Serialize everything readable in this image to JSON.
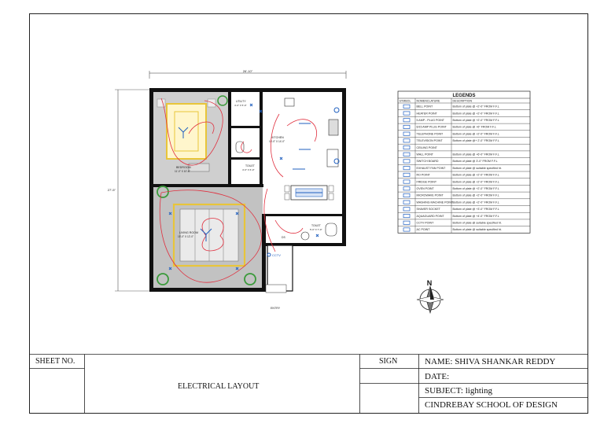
{
  "drawing": {
    "overall_width_dim": "26'-10\"",
    "overall_height_dim": "27'-5\"",
    "room_labels": {
      "bedroom": "BEDROOM",
      "bedroom_size": "11'-0\" X 10'-6\"",
      "utility": "UTILITY",
      "utility_size": "4'-0\" X 5'-0\"",
      "kitchen": "KITCHEN",
      "kitchen_size": "10'-0\" X 14'-0\"",
      "toilet_1": "TOILET",
      "toilet_1_size": "4'-6\" X 6'-0\"",
      "living": "LIVING ROOM",
      "living_size": "15'-0\" X 12'-0\"",
      "toilet_2": "TOILET",
      "toilet_2_size": "5'-0\" X 7'-0\"",
      "cctv": "CCTV",
      "ds": "DS",
      "entry": "ENTRY"
    },
    "north_label": "N"
  },
  "legends": {
    "title": "LEGENDS",
    "headers": [
      "SYMBOL",
      "NOMENCLATURE",
      "DESCRIPTION"
    ],
    "rows": [
      {
        "name": "BELL POINT",
        "desc": "Bottom of plate @ +2'-0\" FROM F.F.L"
      },
      {
        "name": "HEATER POINT",
        "desc": "Bottom of plate @ +2'-0\" FROM F.F.L"
      },
      {
        "name": "5 AMP - PLUG POINT",
        "desc": "Bottom of plate @ +2'-0\" FROM F.F.L"
      },
      {
        "name": "6/15 AMP PLUG POINT",
        "desc": "Bottom of plate @ +6\" FROM F.F.L"
      },
      {
        "name": "TELEPHONE POINT",
        "desc": "Bottom of plate @ +2'-0\" FROM F.F.L"
      },
      {
        "name": "TELEVISION POINT",
        "desc": "Bottom of plate @+ 2'-0\" FROM F.F.L"
      },
      {
        "name": "CEILING POINT",
        "desc": ""
      },
      {
        "name": "WALL POINT",
        "desc": "Bottom of plate @ +6'-0\" FROM F.F.L"
      },
      {
        "name": "SWITCH BOARD",
        "desc": "Bottom of plate @ 3'-0\" FROM F.F.L"
      },
      {
        "name": "EXHAUST FAN POINT",
        "desc": "Bottom of plate @ suitable specified ht."
      },
      {
        "name": "RO POINT",
        "desc": "Bottom of plate @ +2'-0\" FROM F.F.L"
      },
      {
        "name": "FRIDGE POINT",
        "desc": "Bottom of plate @ +2'-0\" FROM F.F.L"
      },
      {
        "name": "OVEN POINT",
        "desc": "Bottom of plate @ +2'-0\" FROM F.F.L"
      },
      {
        "name": "MICROWAVE POINT",
        "desc": "Bottom of plate @ +2'-0\" FROM F.F.L"
      },
      {
        "name": "WASHING MACHINE POINT",
        "desc": "Bottom of plate @ +2'-0\" FROM F.F.L"
      },
      {
        "name": "SHAVER SOCKET",
        "desc": "Bottom of plate @ +3'-0\" FROM F.F.L"
      },
      {
        "name": "AQUAGUARD POINT",
        "desc": "Bottom of plate @ +4'-0\" FROM F.F.L"
      },
      {
        "name": "CCTV POINT",
        "desc": "Bottom of plate @ suitable specified ht."
      },
      {
        "name": "AC POINT",
        "desc": "Bottom of plate @ suitable specified ht."
      }
    ]
  },
  "title_block": {
    "sheet_no_label": "SHEET NO.",
    "drawing_title": "ELECTRICAL LAYOUT",
    "sign_label": "SIGN",
    "name_line": "NAME: SHIVA SHANKAR REDDY",
    "date_line": "DATE:",
    "subject_line": "SUBJECT: lighting",
    "school_line": "CINDREBAY SCHOOL OF DESIGN"
  },
  "colors": {
    "wire_red": "#e0303f",
    "fixture_blue": "#1f5fbf",
    "furniture_yellow": "#e8c53a",
    "plant_green": "#3a9a3a",
    "floor_grey": "#c8c8c8",
    "wall_black": "#111111"
  }
}
